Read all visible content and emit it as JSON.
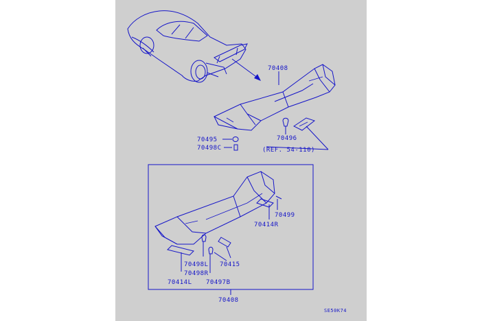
{
  "diagram": {
    "top_labels": {
      "spoiler_assembly": "70408",
      "part_70495": "70495",
      "part_70498c": "70498C",
      "part_70496": "70496",
      "reference": "(REF. 54-110)"
    },
    "bottom_labels": {
      "part_70499": "70499",
      "part_70414r": "70414R",
      "part_70498l": "70498L",
      "part_70498r": "70498R",
      "part_70415": "70415",
      "part_70414l": "70414L",
      "part_70497b": "70497B",
      "assembly_bottom": "70408"
    },
    "drawing_code": "SE50K74",
    "line_color": "#1414c8",
    "background_color": "#cfcfcf"
  }
}
